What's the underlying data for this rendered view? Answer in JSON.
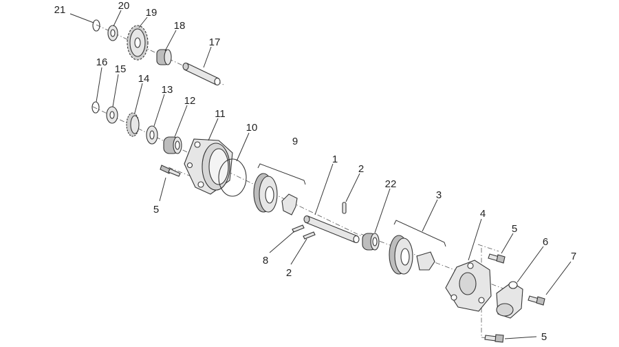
{
  "callouts": {
    "c1": "1",
    "c2a": "2",
    "c2b": "2",
    "c3": "3",
    "c4": "4",
    "c5a": "5",
    "c5b": "5",
    "c5c": "5",
    "c6": "6",
    "c7": "7",
    "c8": "8",
    "c9": "9",
    "c10": "10",
    "c11": "11",
    "c12": "12",
    "c13": "13",
    "c14": "14",
    "c15": "15",
    "c16": "16",
    "c17": "17",
    "c18": "18",
    "c19": "19",
    "c20": "20",
    "c21": "21",
    "c22": "22"
  },
  "colors": {
    "part_fill": "#e6e6e6",
    "part_shade": "#bdbdbd",
    "line": "#333333"
  }
}
